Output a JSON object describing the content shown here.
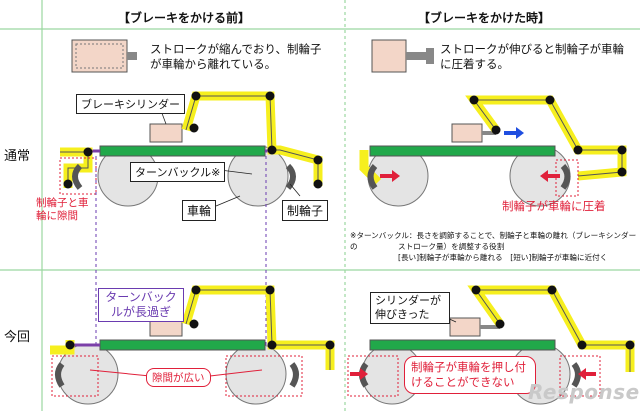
{
  "headers": {
    "before": "【ブレーキをかける前】",
    "after": "【ブレーキをかけた時】"
  },
  "rows": {
    "normal": "通常",
    "this_time": "今回"
  },
  "descriptions": {
    "before": "ストロークが縮んでおり、制輪子が車輪から離れている。",
    "after": "ストロークが伸びると制輪子が車輪に圧着する。"
  },
  "labels": {
    "brake_cylinder": "ブレーキシリンダー",
    "turnbuckle": "ターンバックル※",
    "wheel": "車輪",
    "brake_shoe": "制輪子",
    "gap_left": "制輪子と車輪に隙間",
    "pressed": "制輪子が車輪に圧着",
    "turnbuckle_too_long": "ターンバックルが長過ぎ",
    "gap_wide": "隙間が広い",
    "cylinder_extended": "シリンダーが伸びきった",
    "cannot_press": "制輪子が車輪を押し付けることができない"
  },
  "note": {
    "line1": "※ターンバックル：長さを調節することで、制輪子と車輪の離れ（ブレーキシンダーの",
    "line2": "ストローク量）を調整する役割",
    "line3": "[長い]制輪子が車輪から離れる　[短い]制輪子が車輪に近付く"
  },
  "watermark": "Response.",
  "colors": {
    "beam": "#21a84a",
    "lever": "#f6ef1e",
    "pivot": "#111111",
    "rod": "#7b3fa8",
    "wheel": "#e4e4e4",
    "shoe": "#555555",
    "arrow_red": "#e0203a",
    "arrow_blue": "#1f4ee0",
    "grid": "#9bd7a0",
    "callout_purple": "#6a3bb0"
  }
}
